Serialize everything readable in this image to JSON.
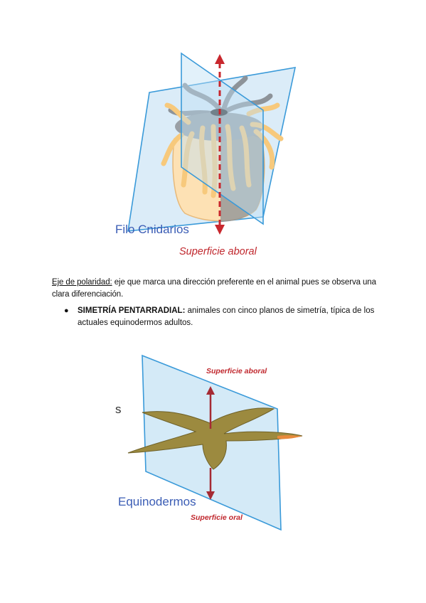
{
  "figure1": {
    "phylum_label": "Filo Cnidarios",
    "surface_label": "Superficie aboral"
  },
  "paragraph": {
    "term": "Eje de polaridad:",
    "text": " eje que marca una dirección preferente en el animal pues se observa una clara diferenciación."
  },
  "bullet": {
    "term": "SIMETRÍA PENTARRADIAL:",
    "text": " animales con cinco planos de simetría, típica de los actuales equinodermos adultos."
  },
  "figure2": {
    "top_label": "Superficie aboral",
    "bottom_label": "Superficie oral",
    "phylum_label": "Equinodermos",
    "cut_letter": "s"
  }
}
